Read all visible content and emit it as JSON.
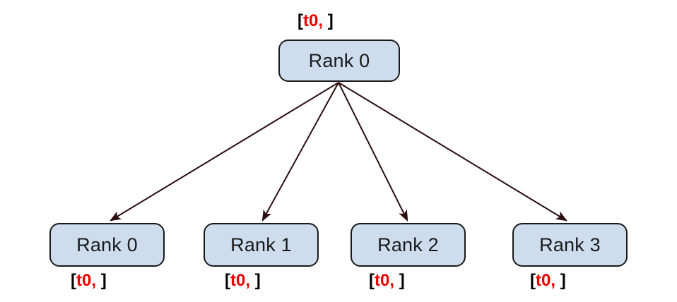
{
  "diagram": {
    "title": "broadcast-tree",
    "colors": {
      "node_fill": "#cdddee",
      "node_border": "#1a1a1a",
      "edge": "#2b0d0d",
      "tag_bracket": "#000000",
      "tag_token": "#ee0000",
      "background": "#ffffff"
    },
    "root": {
      "label": "Rank 0",
      "tag": {
        "open": "[",
        "token": "t0,",
        "close": "]",
        "full": "[t0, ]"
      }
    },
    "leaves": [
      {
        "label": "Rank 0",
        "tag": {
          "open": "[",
          "token": "t0,",
          "close": "]",
          "full": "[t0, ]"
        }
      },
      {
        "label": "Rank 1",
        "tag": {
          "open": "[",
          "token": "t0,",
          "close": "]",
          "full": "[t0, ]"
        }
      },
      {
        "label": "Rank 2",
        "tag": {
          "open": "[",
          "token": "t0,",
          "close": "]",
          "full": "[t0, ]"
        }
      },
      {
        "label": "Rank 3",
        "tag": {
          "open": "[",
          "token": "t0,",
          "close": "]",
          "full": "[t0, ]"
        }
      }
    ],
    "edges": [
      {
        "from": "root",
        "to": "Rank 0"
      },
      {
        "from": "root",
        "to": "Rank 1"
      },
      {
        "from": "root",
        "to": "Rank 2"
      },
      {
        "from": "root",
        "to": "Rank 3"
      }
    ]
  }
}
